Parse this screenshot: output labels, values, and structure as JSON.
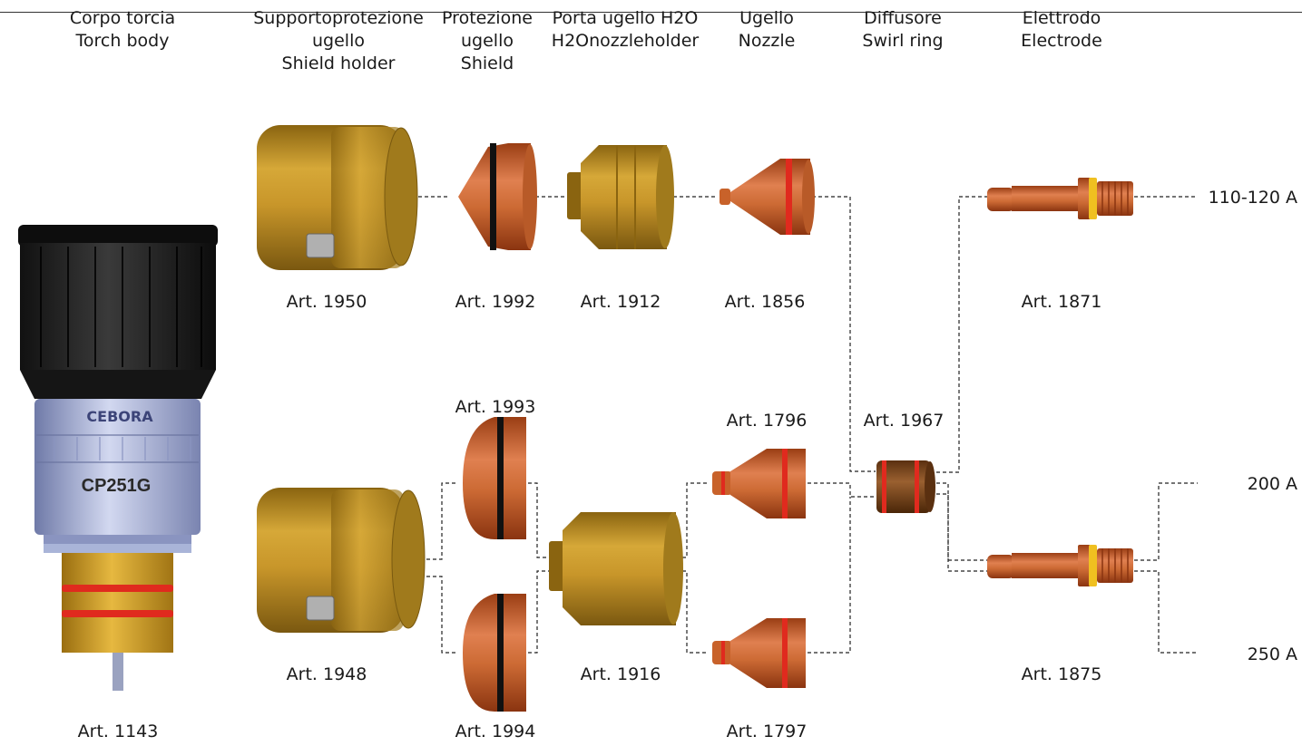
{
  "headers": {
    "torch_body": {
      "it": "Corpo torcia",
      "en": "Torch body"
    },
    "shield_holder": {
      "it1": "Supportoprotezione",
      "it2": "ugello",
      "en": "Shield holder"
    },
    "shield": {
      "it1": "Protezione",
      "it2": "ugello",
      "en": "Shield"
    },
    "nozzle_holder": {
      "it": "Porta ugello H2O",
      "en": "H2Onozzleholder"
    },
    "nozzle": {
      "it": "Ugello",
      "en": "Nozzle"
    },
    "swirl_ring": {
      "it": "Diffusore",
      "en": "Swirl ring"
    },
    "electrode": {
      "it": "Elettrodo",
      "en": "Electrode"
    }
  },
  "torch": {
    "brand": "CEBORA",
    "model": "CP251G"
  },
  "parts": {
    "a1143": "Art. 1143",
    "a1950": "Art. 1950",
    "a1948": "Art. 1948",
    "a1992": "Art. 1992",
    "a1993": "Art. 1993",
    "a1994": "Art. 1994",
    "a1912": "Art. 1912",
    "a1916": "Art. 1916",
    "a1856": "Art. 1856",
    "a1796": "Art. 1796",
    "a1797": "Art. 1797",
    "a1967": "Art. 1967",
    "a1871": "Art. 1871",
    "a1875": "Art. 1875"
  },
  "currents": {
    "c110": "110-120 A",
    "c200": "200 A",
    "c250": "250 A"
  },
  "colors": {
    "brass": "#b88a1e",
    "copper": "#c8622a",
    "red_ring": "#e02a1e",
    "yellow_ring": "#f0c020",
    "torch_black": "#1a1a1a",
    "torch_silver": "#a9b4d8"
  }
}
